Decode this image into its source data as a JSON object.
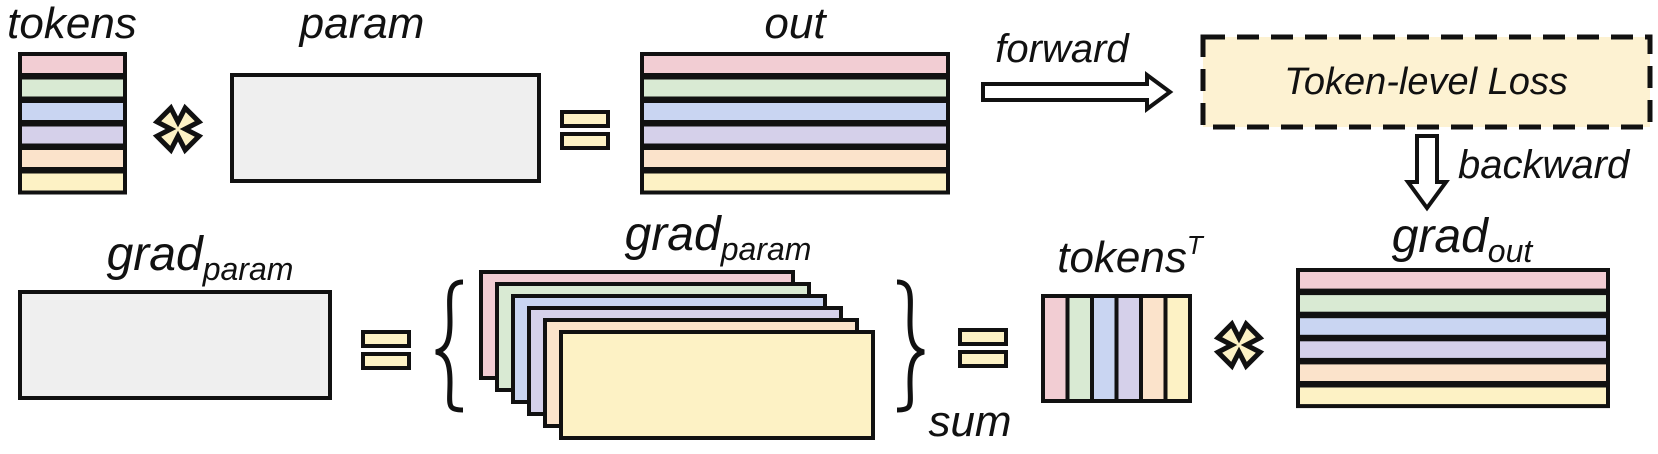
{
  "labels": {
    "tokens": "tokens",
    "param": "param",
    "out": "out",
    "forward": "forward",
    "loss": "Token-level Loss",
    "backward": "backward",
    "grad_param_left": {
      "base": "grad",
      "sub": "param"
    },
    "grad_param_stack": {
      "base": "grad",
      "sub": "param"
    },
    "tokens_t": {
      "base": "tokens",
      "sup": "T"
    },
    "grad_out": {
      "base": "grad",
      "sub": "out"
    },
    "sum": "sum"
  },
  "colors": {
    "token_rows": [
      "#f2cdd3",
      "#d9ead3",
      "#c9d5f2",
      "#d5d0ea",
      "#fbe3cb",
      "#fdf2c5"
    ],
    "matrix_fill": "#efefef",
    "loss_fill": "#fdf2d2",
    "operator_fill": "#fdf2c5",
    "arrow_fill": "#ffffff",
    "stroke": "#111111"
  },
  "icons": {
    "multiply": "multiply-icon",
    "equals": "equals-icon",
    "arrow_right": "arrow-right-icon",
    "arrow_down": "arrow-down-icon",
    "brace_left": "left-brace-icon",
    "brace_right": "right-brace-icon"
  }
}
